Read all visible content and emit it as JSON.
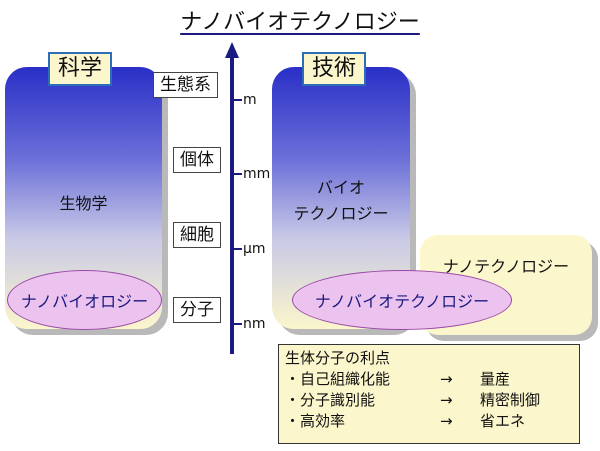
{
  "title": "ナノバイオテクノロジー",
  "science": {
    "header": "科学",
    "field": "生物学",
    "nano_field": "ナノバイオロジー"
  },
  "technology": {
    "header": "技術",
    "field_line1": "バイオ",
    "field_line2": "テクノロジー",
    "nano_tech": "ナノテクノロジー",
    "nano_bio_tech": "ナノバイオテクノロジー"
  },
  "scale_labels": [
    "生態系",
    "個体",
    "細胞",
    "分子"
  ],
  "axis_ticks": [
    "m",
    "mm",
    "μm",
    "nm"
  ],
  "benefits": {
    "heading": "生体分子の利点",
    "items": [
      {
        "feature": "・自己組織化能",
        "arrow": "→",
        "result": "量産"
      },
      {
        "feature": "・分子識別能",
        "arrow": "→",
        "result": "精密制御"
      },
      {
        "feature": "・高効率",
        "arrow": "→",
        "result": "省エネ"
      }
    ]
  },
  "colors": {
    "panel_top": "#2a2fc7",
    "panel_bottom": "#fbf6cc",
    "ellipse_fill": "#ecc2ee",
    "ellipse_text": "#1a1a80",
    "axis": "#1a1a80"
  }
}
